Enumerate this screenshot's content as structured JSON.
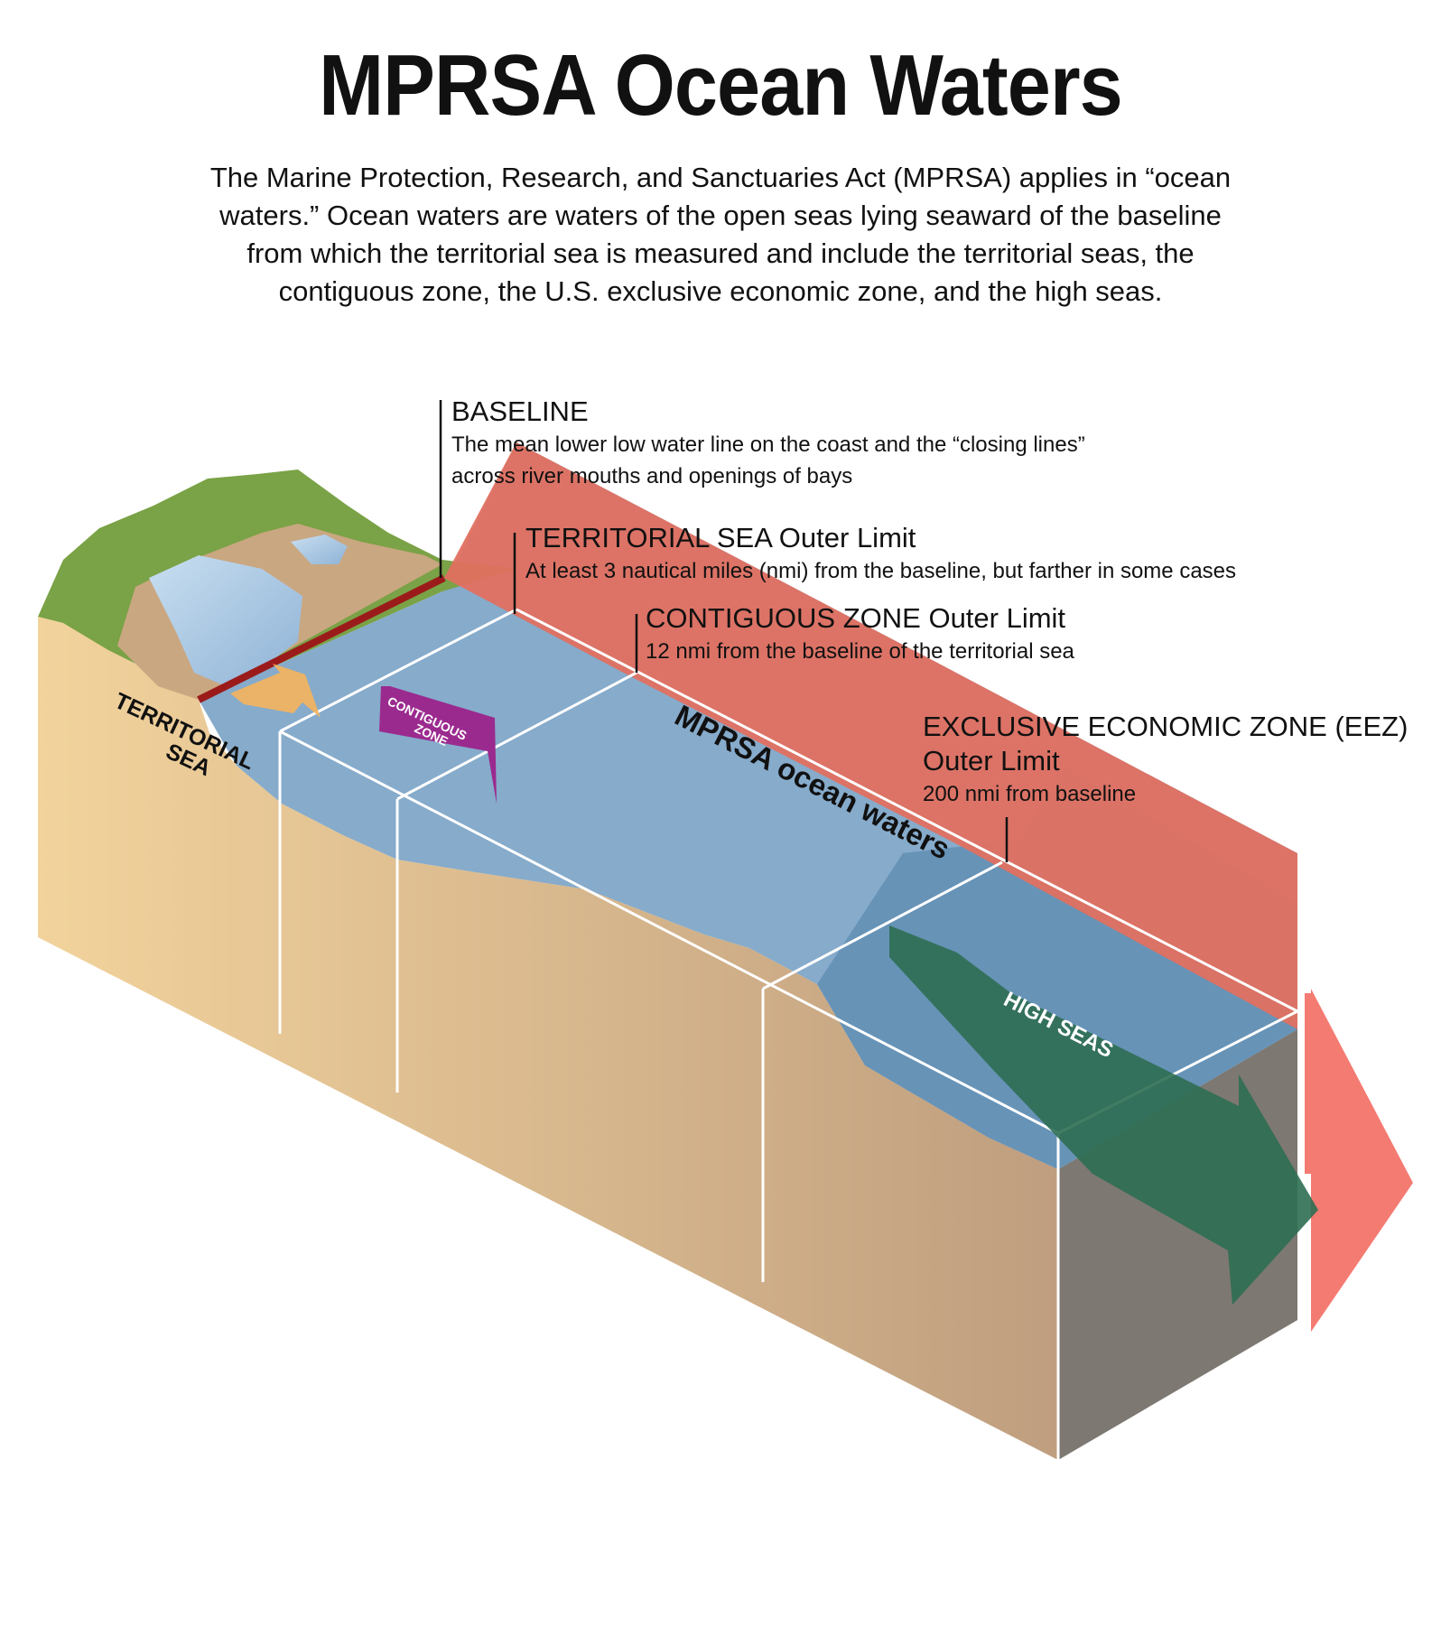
{
  "title": "MPRSA Ocean Waters",
  "intro": "The Marine Protection, Research, and Sanctuaries Act (MPRSA) applies in “ocean waters.” Ocean waters are waters of the open seas lying seaward of the baseline from which the territorial sea is measured and include the territorial seas, the contiguous zone, the U.S. exclusive economic zone, and the high seas.",
  "callouts": {
    "baseline": {
      "heading": "BASELINE",
      "desc_line1": "The mean lower low water line on the coast and the “closing lines”",
      "desc_line2": "across river mouths and openings of bays"
    },
    "territorial": {
      "heading": "TERRITORIAL SEA Outer Limit",
      "desc": "At least 3 nautical miles (nmi) from the baseline, but farther in some cases"
    },
    "contiguous": {
      "heading": "CONTIGUOUS ZONE Outer Limit",
      "desc": "12 nmi from the baseline of the territorial sea"
    },
    "eez": {
      "heading_line1": "EXCLUSIVE ECONOMIC ZONE (EEZ)",
      "heading_line2": "Outer Limit",
      "desc": "200 nmi from baseline"
    }
  },
  "labels": {
    "territorial_sea_1": "TERRITORIAL",
    "territorial_sea_2": "SEA",
    "contiguous_zone_1": "CONTIGUOUS",
    "contiguous_zone_2": "ZONE",
    "ocean_waters": "MPRSA ocean waters",
    "high_seas": "HIGH SEAS"
  },
  "colors": {
    "land_green": "#7aa246",
    "sediment": "#c9a781",
    "water": "#7fa6c8",
    "ocean_waters_band": "#e07060",
    "baseline": "#9b1b1b",
    "contiguous_flag": "#9b2a8f",
    "territorial_arrow": "#f6b45c",
    "high_seas_arrow": "#2e6e52"
  }
}
